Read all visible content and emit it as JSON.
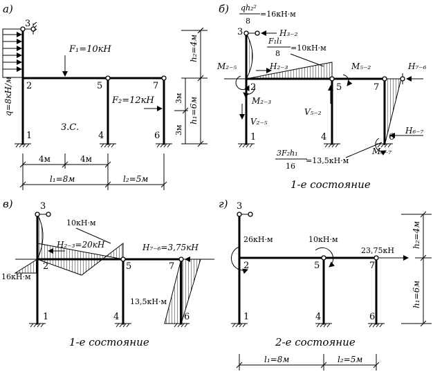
{
  "panel_a": {
    "label": "а)",
    "f1": "F₁=10кН",
    "f2": "F₂=12кН",
    "q": "q=8кН/м",
    "zs": "З.С.",
    "h2": "h₂=4м",
    "h1": "h₁=6м",
    "d3m_top": "3м",
    "d3m_bot": "3м",
    "d4m_a": "4м",
    "d4m_b": "4м",
    "l1": "l₁=8м",
    "l2": "l₂=5м",
    "nodes": [
      "1",
      "2",
      "3",
      "4",
      "5",
      "6",
      "7"
    ]
  },
  "panel_b": {
    "label": "б)",
    "qh2_num": "qh₂²",
    "qh2_den": "8",
    "qh2_val": "=16кН·м",
    "fl_num": "F₁l₁",
    "fl_den": "8",
    "fl_val": "=10кН·м",
    "fh_num": "3F₂h₁",
    "fh_den": "16",
    "fh_val": "=13,5кН·м",
    "h32": "H₃₋₂",
    "m25": "M₂₋₅",
    "h23": "H₂₋₃",
    "m23": "M₂₋₃",
    "v25": "V₂₋₅",
    "v52": "V₅₋₂",
    "m52": "M₅₋₂",
    "h76": "H₇₋₆",
    "h67": "H₆₋₇",
    "m67": "M₆₋₇",
    "caption": "1-е состояние",
    "nodes": [
      "1",
      "2",
      "3",
      "4",
      "5",
      "6",
      "7"
    ]
  },
  "panel_c": {
    "label": "в)",
    "m10": "10кН·м",
    "h23": "H₂₋₃=20кН",
    "h76": "H₇₋₆=3,75кН",
    "m16": "16кН·м",
    "m135": "13,5кН·м",
    "caption": "1-е состояние",
    "nodes": [
      "1",
      "2",
      "3",
      "4",
      "5",
      "6",
      "7"
    ]
  },
  "panel_d": {
    "label": "г)",
    "m26": "26кН·м",
    "m10": "10кН·м",
    "f2375": "23,75кН",
    "h2": "h₂=4м",
    "h1": "h₁=6м",
    "l1": "l₁=8м",
    "l2": "l₂=5м",
    "caption": "2-е состояние",
    "nodes": [
      "1",
      "2",
      "3",
      "4",
      "5",
      "6",
      "7"
    ]
  }
}
